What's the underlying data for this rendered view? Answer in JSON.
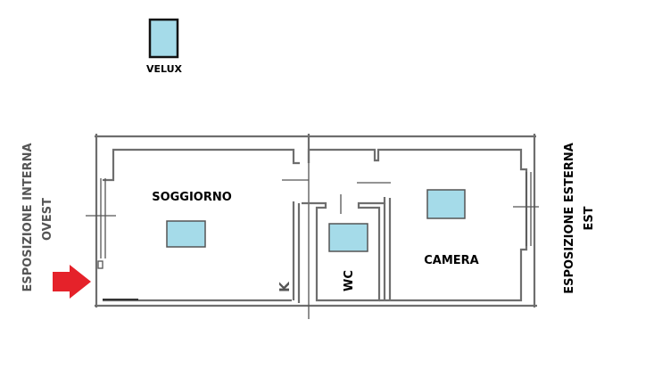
{
  "legend": {
    "label": "VELUX",
    "color": "#a5dbe9"
  },
  "rooms": {
    "soggiorno": "SOGGIORNO",
    "wc": "WC",
    "camera": "CAMERA",
    "kitchen": "K"
  },
  "exposure": {
    "west_title": "ESPOSIZIONE INTERNA",
    "west_dir": "OVEST",
    "east_title": "ESPOSIZIONE ESTERNA",
    "east_dir": "EST"
  },
  "colors": {
    "entrance_arrow": "#e5222a",
    "velux": "#a5dbe9",
    "west_text": "#555555",
    "east_text": "#000000"
  }
}
